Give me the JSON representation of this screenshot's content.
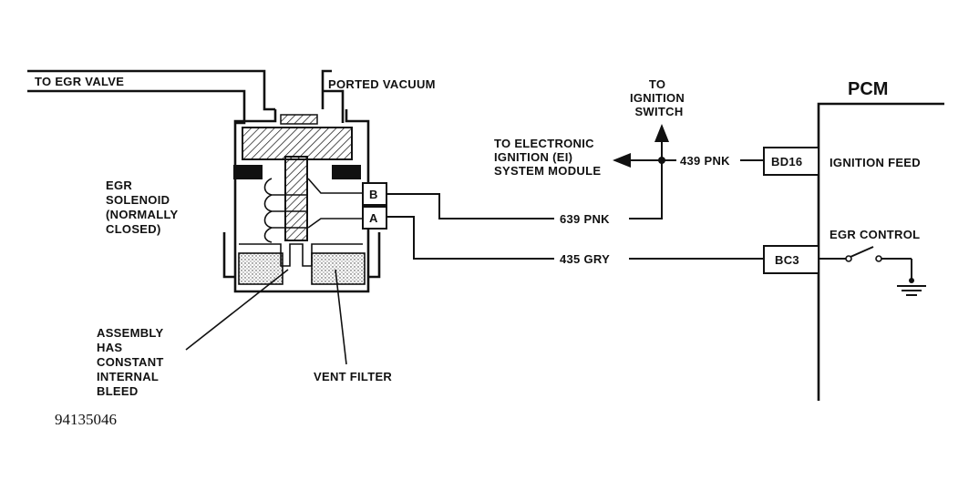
{
  "labels": {
    "to_egr_valve": "TO EGR VALVE",
    "ported_vacuum": "PORTED VACUUM",
    "egr_solenoid": [
      "EGR",
      "SOLENOID",
      "(NORMALLY",
      "CLOSED)"
    ],
    "assembly_bleed": [
      "ASSEMBLY",
      "HAS",
      "CONSTANT",
      "INTERNAL",
      "BLEED"
    ],
    "vent_filter": "VENT FILTER",
    "terminal_b": "B",
    "terminal_a": "A",
    "to_ei_module": [
      "TO ELECTRONIC",
      "IGNITION (EI)",
      "SYSTEM MODULE"
    ],
    "to_ignition_switch": [
      "TO",
      "IGNITION",
      "SWITCH"
    ],
    "wire_439": "439 PNK",
    "wire_639": "639 PNK",
    "wire_435": "435 GRY",
    "pcm": "PCM",
    "bd16": "BD16",
    "bc3": "BC3",
    "ignition_feed": "IGNITION FEED",
    "egr_control": "EGR CONTROL",
    "figure_number": "94135046"
  }
}
